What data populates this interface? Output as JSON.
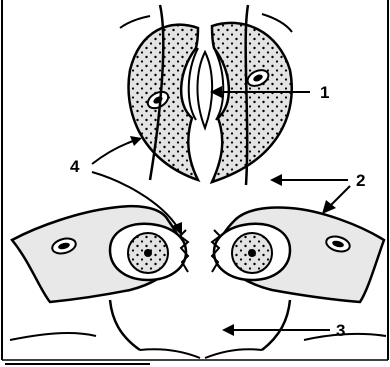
{
  "diagram": {
    "labels": [
      {
        "id": "1",
        "text": "1"
      },
      {
        "id": "2",
        "text": "2"
      },
      {
        "id": "3",
        "text": "3"
      },
      {
        "id": "4",
        "text": "4"
      }
    ]
  },
  "colors": {
    "line": "#000000",
    "cell_fill": "#e3e3e3",
    "background": "#ffffff"
  }
}
